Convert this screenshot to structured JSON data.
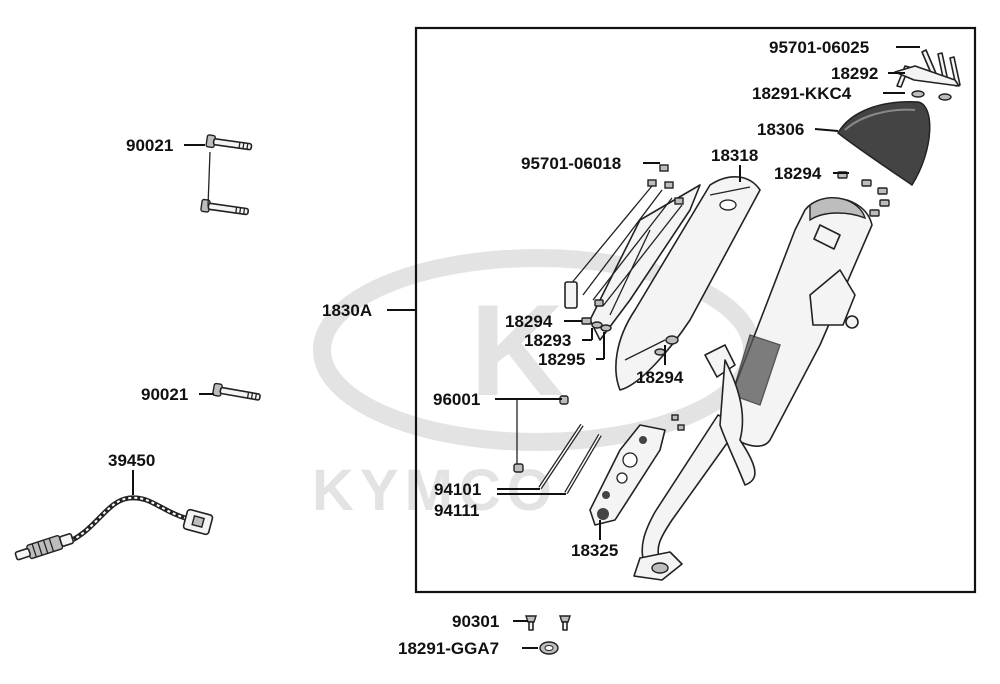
{
  "watermark": {
    "brand": "KYMCO",
    "emblem": "K"
  },
  "assembly_box_label": "1830A",
  "parts": {
    "p90021_top": "90021",
    "p90021_mid": "90021",
    "p39450": "39450",
    "p95701_06025": "95701-06025",
    "p18292": "18292",
    "p18291_kkc4": "18291-KKC4",
    "p18306": "18306",
    "p95701_06018": "95701-06018",
    "p18318": "18318",
    "p18294_top": "18294",
    "p18294_left": "18294",
    "p18293": "18293",
    "p18295": "18295",
    "p18294_bottom": "18294",
    "p96001": "96001",
    "p94101": "94101",
    "p94111": "94111",
    "p18325": "18325",
    "p90301": "90301",
    "p18291_gga7": "18291-GGA7"
  },
  "colors": {
    "line": "#111111",
    "watermark": "#d9d9d9",
    "part_fill": "#f4f4f4",
    "shade": "#bdbdbd"
  }
}
